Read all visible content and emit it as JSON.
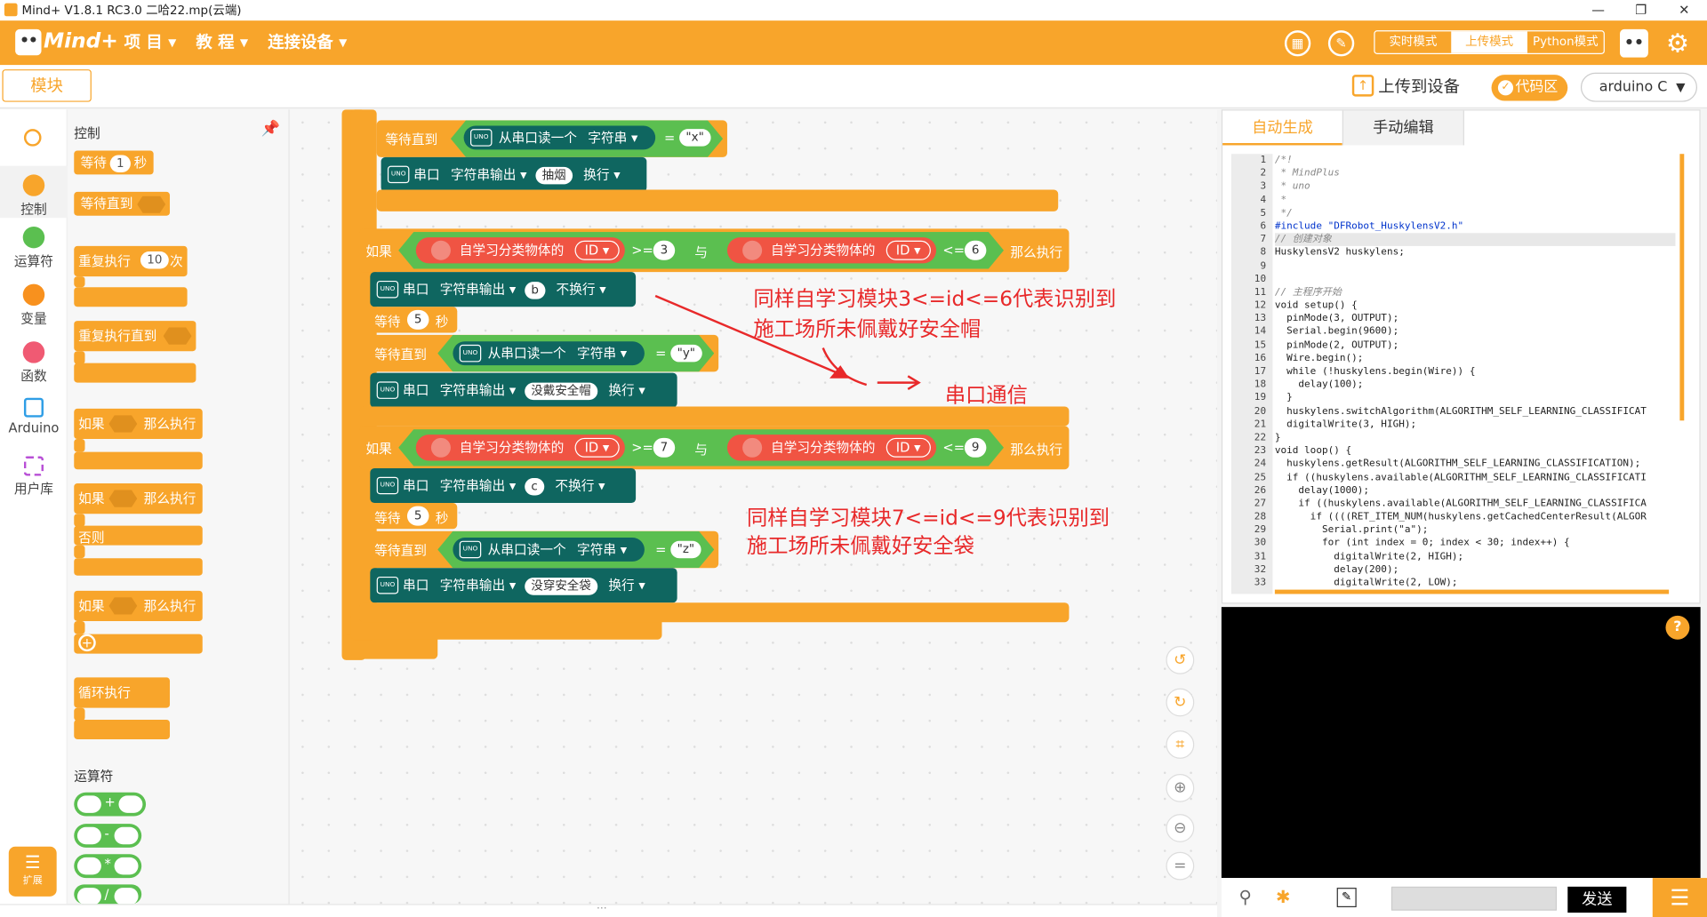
{
  "window": {
    "title": "Mind+ V1.8.1 RC3.0    二哈22.mp(云端)",
    "minimize": "—",
    "restore": "❐",
    "close": "✕"
  },
  "header": {
    "logo": "Mind+",
    "menus": [
      {
        "label": "项 目 ▾"
      },
      {
        "label": "教 程 ▾"
      },
      {
        "label": "连接设备 ▾"
      }
    ],
    "modes": {
      "realtime": "实时模式",
      "upload": "上传模式",
      "python": "Python模式"
    }
  },
  "toolbar": {
    "blocks_tab": "模块",
    "upload_label": "上传到设备",
    "code_label": "代码区",
    "lang_value": "arduino C"
  },
  "categories": [
    {
      "label": "控制",
      "color": "#f8a52b"
    },
    {
      "label": "运算符",
      "color": "#5bbf50"
    },
    {
      "label": "变量",
      "color": "#f8911e"
    },
    {
      "label": "函数",
      "color": "#f05a73"
    },
    {
      "label": "Arduino",
      "color": "#2f9ee6"
    },
    {
      "label": "用户库",
      "color": "#b84fd6"
    }
  ],
  "extension_label": "扩展",
  "palette": {
    "header_control": "控制",
    "wait_label": "等待",
    "wait_value": "1",
    "wait_unit": "秒",
    "wait_until": "等待直到",
    "repeat_label": "重复执行",
    "repeat_value": "10",
    "repeat_unit": "次",
    "repeat_until": "重复执行直到",
    "if_label": "如果",
    "then_label": "那么执行",
    "else_label": "否则",
    "loop_label": "循环执行",
    "header_operators": "运算符",
    "ops": [
      "+",
      "-",
      "*",
      "/"
    ]
  },
  "workspace": {
    "top": {
      "wait_until": "等待直到",
      "read_serial": "从串口读一个",
      "string_dd": "字符串 ▾",
      "eq": "=",
      "val_x": "\"x\"",
      "serial": "串口",
      "str_out": "字符串输出 ▾",
      "smoke": "抽烟",
      "newline": "换行 ▾"
    },
    "if1": {
      "if": "如果",
      "sensor": "自学习分类物体的",
      "id": "ID ▾",
      "ge": ">=",
      "v1": "3",
      "and": "与",
      "le": "<=",
      "v2": "6",
      "then": "那么执行",
      "serial": "串口",
      "str_out": "字符串输出 ▾",
      "char_b": "b",
      "no_newline": "不换行 ▾",
      "wait": "等待",
      "wait_val": "5",
      "wait_unit": "秒",
      "wait_until": "等待直到",
      "read_serial": "从串口读一个",
      "string_dd": "字符串 ▾",
      "eq": "=",
      "val_y": "\"y\"",
      "serial2": "串口",
      "str_out2": "字符串输出 ▾",
      "no_helmet": "没戴安全帽",
      "newline": "换行 ▾"
    },
    "if2": {
      "if": "如果",
      "sensor": "自学习分类物体的",
      "id": "ID ▾",
      "ge": ">=",
      "v1": "7",
      "and": "与",
      "le": "<=",
      "v2": "9",
      "then": "那么执行",
      "serial": "串口",
      "str_out": "字符串输出 ▾",
      "char_c": "c",
      "no_newline": "不换行 ▾",
      "wait": "等待",
      "wait_val": "5",
      "wait_unit": "秒",
      "wait_until": "等待直到",
      "read_serial": "从串口读一个",
      "string_dd": "字符串 ▾",
      "eq": "=",
      "val_z": "\"z\"",
      "serial2": "串口",
      "str_out2": "字符串输出 ▾",
      "no_belt": "没穿安全袋",
      "newline": "换行 ▾"
    },
    "annotations": {
      "a1_line1": "同样自学习模块3<=id<=6代表识别到",
      "a1_line2": "施工场所未佩戴好安全帽",
      "serial_comm": "串口通信",
      "a2_line1": "同样自学习模块7<=id<=9代表识别到",
      "a2_line2": "施工场所未佩戴好安全袋"
    }
  },
  "code_panel": {
    "tab_auto": "自动生成",
    "tab_manual": "手动编辑",
    "lines": [
      "/*!",
      " * MindPlus",
      " * uno",
      " *",
      " */",
      "#include \"DFRobot_HuskylensV2.h\"",
      "// 创建对象",
      "HuskylensV2 huskylens;",
      "",
      "",
      "// 主程序开始",
      "void setup() {",
      "  pinMode(3, OUTPUT);",
      "  Serial.begin(9600);",
      "  pinMode(2, OUTPUT);",
      "  Wire.begin();",
      "  while (!huskylens.begin(Wire)) {",
      "    delay(100);",
      "  }",
      "  huskylens.switchAlgorithm(ALGORITHM_SELF_LEARNING_CLASSIFICAT",
      "  digitalWrite(3, HIGH);",
      "}",
      "void loop() {",
      "  huskylens.getResult(ALGORITHM_SELF_LEARNING_CLASSIFICATION);",
      "  if ((huskylens.available(ALGORITHM_SELF_LEARNING_CLASSIFICATI",
      "    delay(1000);",
      "    if ((huskylens.available(ALGORITHM_SELF_LEARNING_CLASSIFICA",
      "      if ((((RET_ITEM_NUM(huskylens.getCachedCenterResult(ALGOR",
      "        Serial.print(\"a\");",
      "        for (int index = 0; index < 30; index++) {",
      "          digitalWrite(2, HIGH);",
      "          delay(200);",
      "          digitalWrite(2, LOW);"
    ],
    "line_numbers": [
      "1",
      "2",
      "3",
      "4",
      "5",
      "6",
      "7",
      "8",
      "9",
      "10",
      "11",
      "12",
      "13",
      "14",
      "15",
      "16",
      "17",
      "18",
      "19",
      "20",
      "21",
      "22",
      "23",
      "24",
      "25",
      "26",
      "27",
      "28",
      "29",
      "30",
      "31",
      "32",
      "33"
    ]
  },
  "serial_panel": {
    "help": "?",
    "send_label": "发送",
    "send_placeholder": ""
  },
  "hscroll_label": "···"
}
